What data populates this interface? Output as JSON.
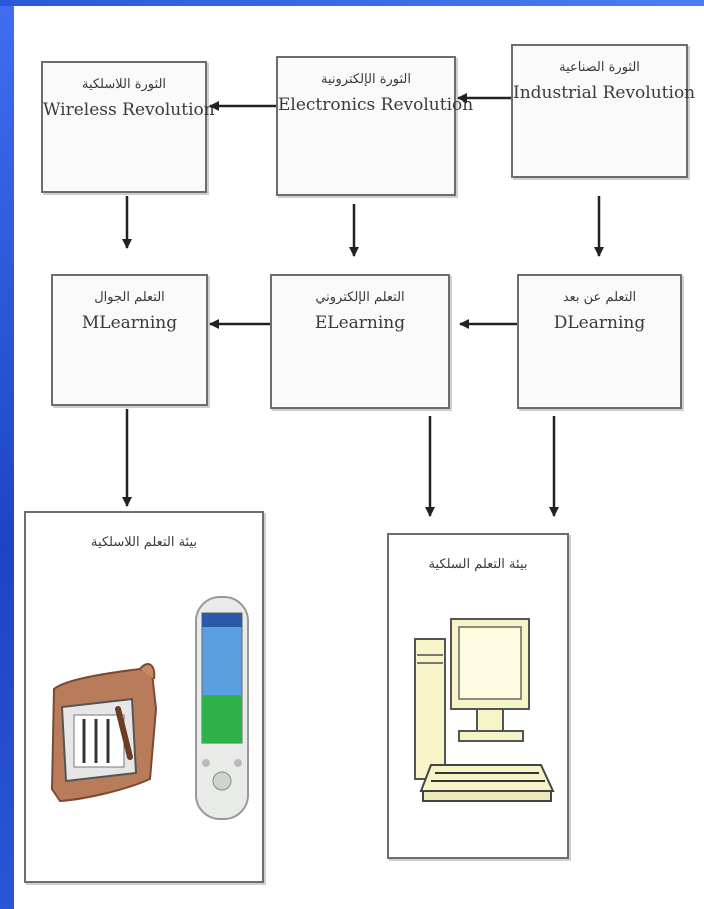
{
  "diagram": {
    "row1": {
      "industrial": {
        "ar": "الثورة الصناعية",
        "en": "Industrial Revolution"
      },
      "electronics": {
        "ar": "الثورة الإلكترونية",
        "en": "Electronics  Revolution"
      },
      "wireless": {
        "ar": "الثورة اللاسلكية",
        "en": "Wireless Revolution"
      }
    },
    "row2": {
      "dlearning": {
        "ar": "التعلم عن بعد",
        "en": "DLearning"
      },
      "elearning": {
        "ar": "التعلم الإلكتروني",
        "en": "ELearning"
      },
      "mlearning": {
        "ar": "التعلم الجوال",
        "en": "MLearning"
      }
    },
    "environments": {
      "wireless_env": {
        "ar": "بيئة التعلم اللاسلكية"
      },
      "wired_env": {
        "ar": "بيئة التعلم السلكية"
      }
    }
  },
  "colors": {
    "frame_blue": "#1e4fd0",
    "box_border": "#6d6d6d",
    "arrow": "#222222",
    "screen_green": "#2fb24a",
    "screen_blue": "#5aa0e0",
    "computer_cream": "#f7f4c8"
  },
  "icons": [
    "mobile-phone-icon",
    "pda-device-icon",
    "desktop-computer-icon"
  ]
}
